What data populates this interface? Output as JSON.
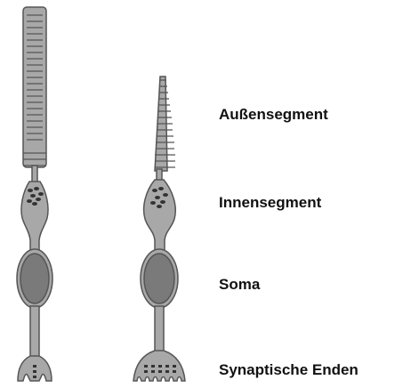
{
  "labels": {
    "outer_segment": "Außensegment",
    "inner_segment": "Innensegment",
    "soma": "Soma",
    "synaptic_ending": "Synaptische Enden"
  },
  "colors": {
    "cell_fill": "#a8a8a8",
    "cell_stroke": "#555555",
    "nucleus_fill": "#7a7a7a",
    "organelle": "#333333",
    "label_text": "#111111"
  },
  "cells": [
    "rod-cell",
    "cone-cell"
  ]
}
